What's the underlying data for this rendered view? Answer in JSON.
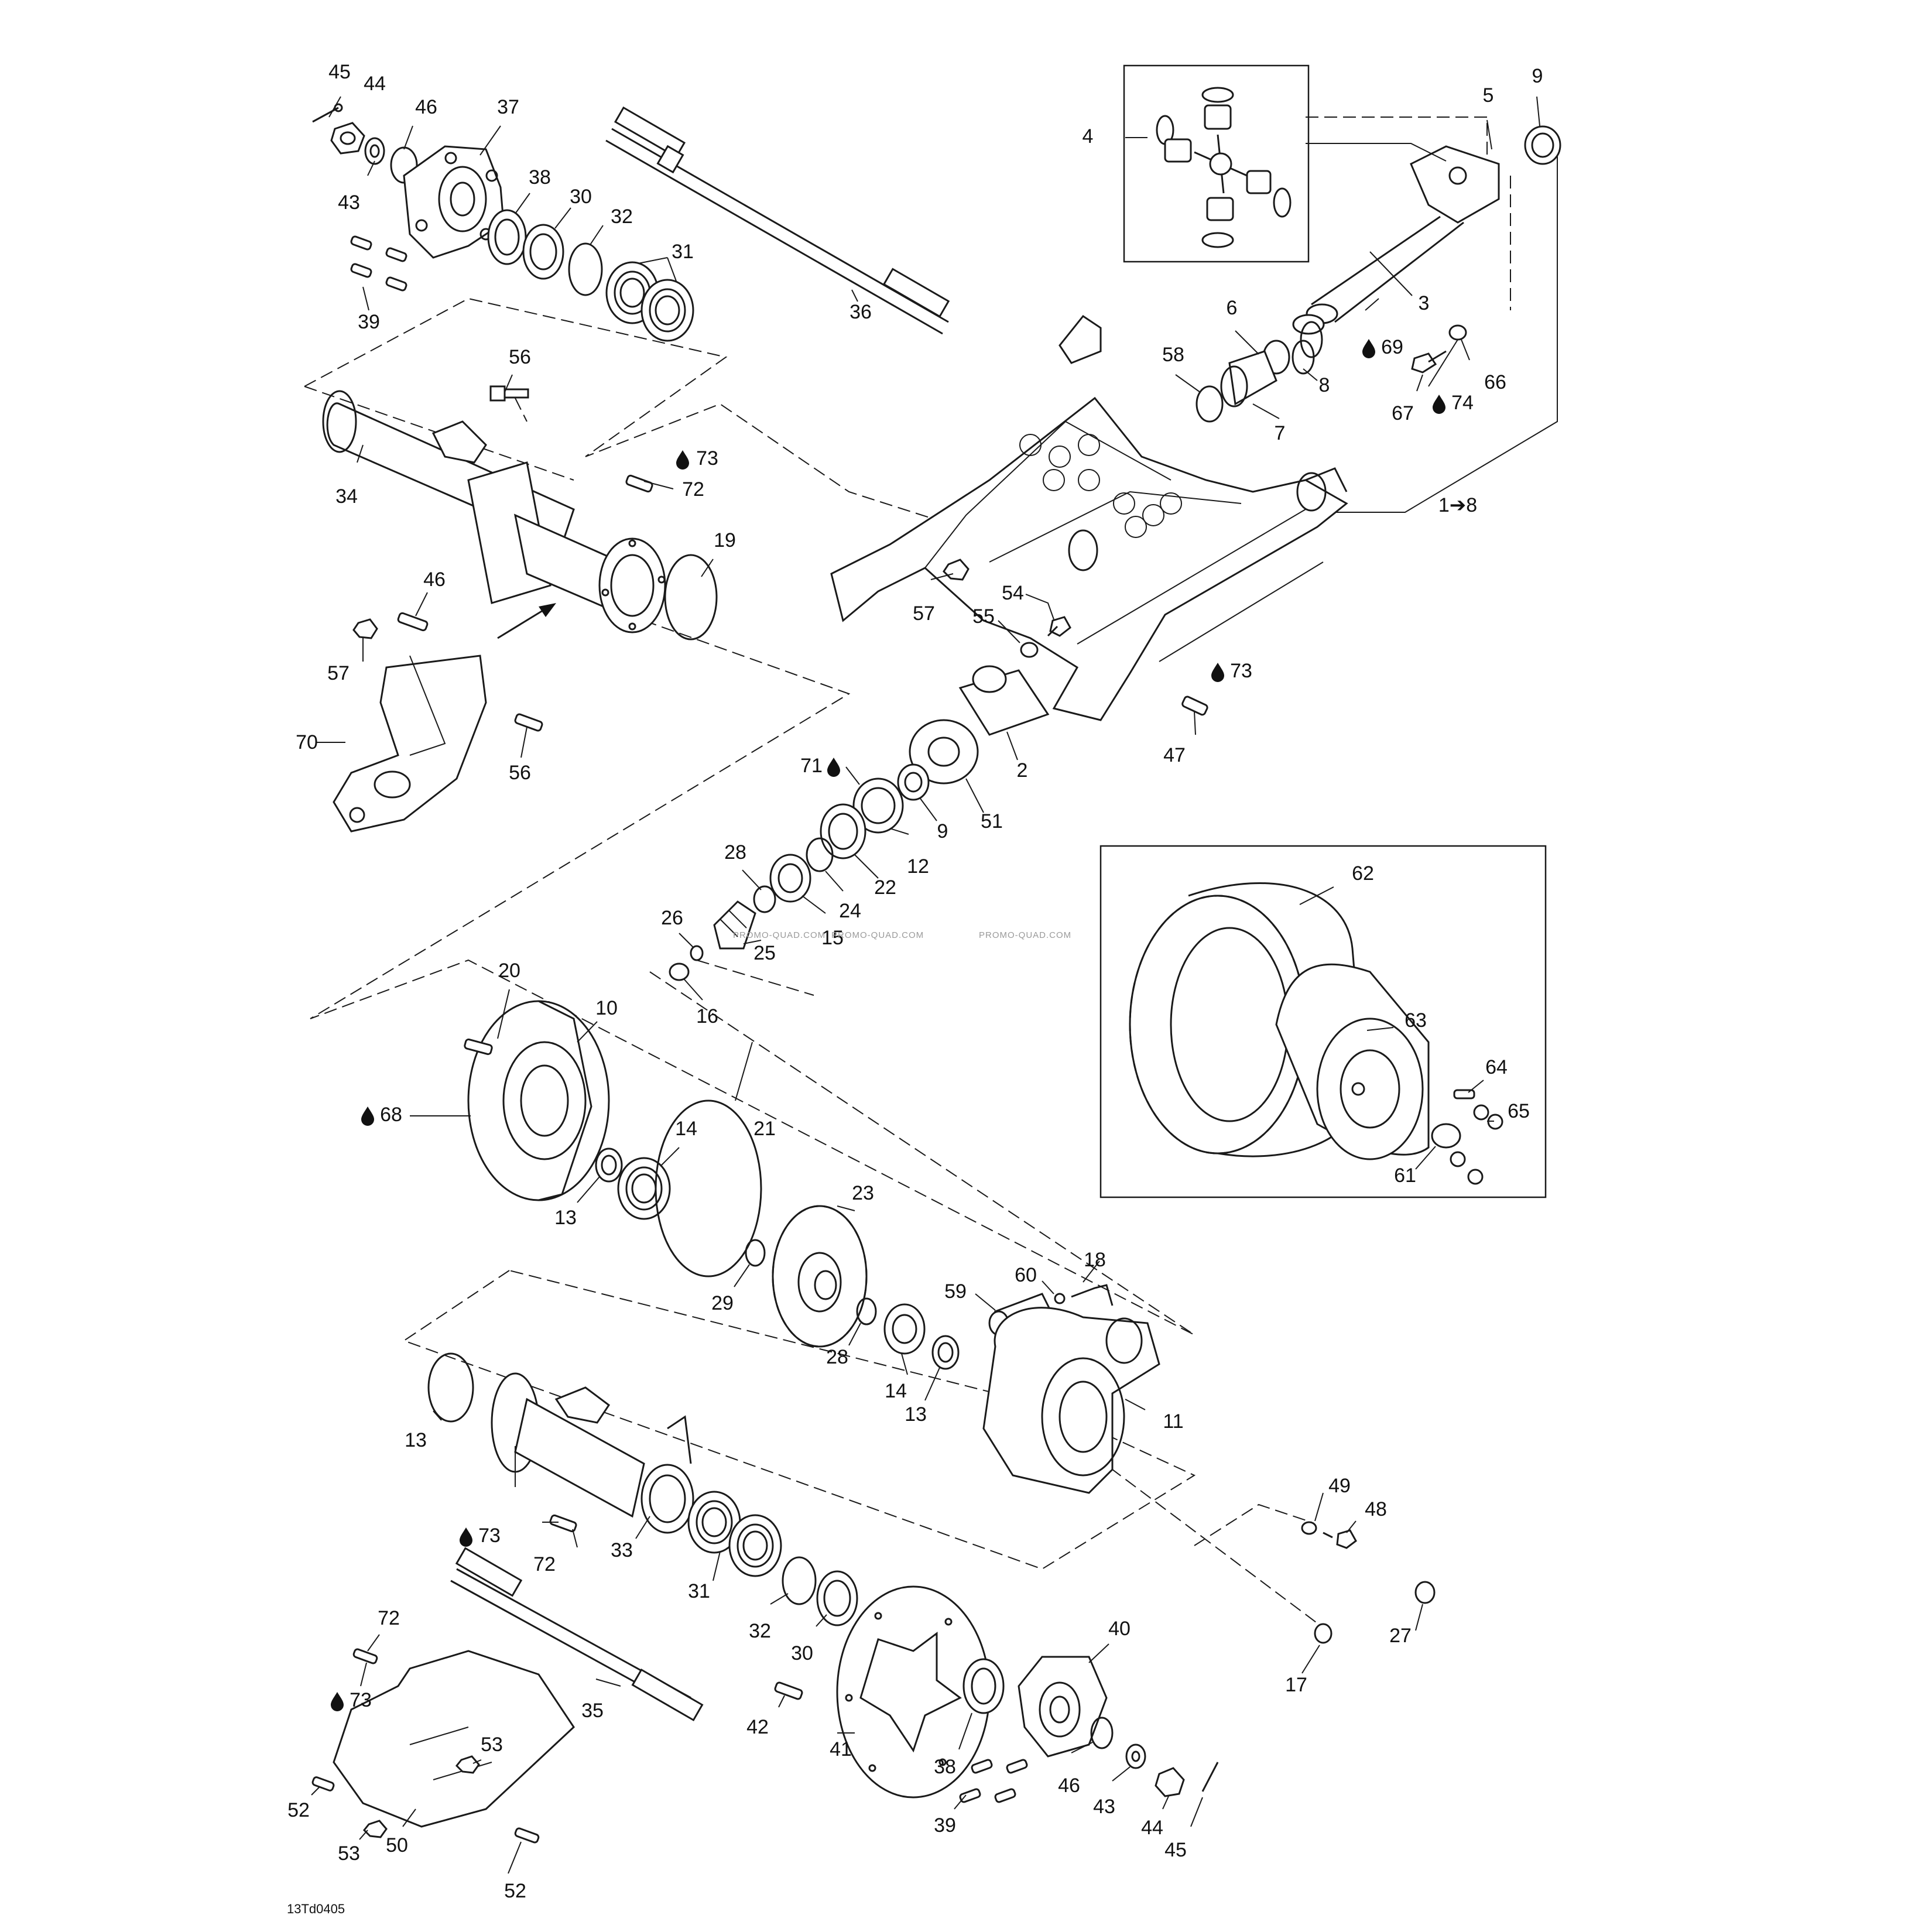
{
  "diagram_code": "13Td0405",
  "watermark": "PROMO-QUAD.COM",
  "labels": {
    "p45a": "45",
    "p44a": "44",
    "p46a": "46",
    "p37": "37",
    "p43a": "43",
    "p38a": "38",
    "p30a": "30",
    "p32a": "32",
    "p31a": "31",
    "p39a": "39",
    "p36": "36",
    "p4": "4",
    "p5": "5",
    "p9a": "9",
    "p3": "3",
    "p69": "69",
    "p6": "6",
    "p8": "8",
    "p58": "58",
    "p7": "7",
    "p67": "67",
    "p74": "74",
    "p66": "66",
    "p1to8": "1➔8",
    "p56a": "56",
    "p34": "34",
    "p73a": "73",
    "p72a": "72",
    "p19": "19",
    "p46b": "46",
    "p57a": "57",
    "p70": "70",
    "p56b": "56",
    "p57b": "57",
    "p54": "54",
    "p55": "55",
    "p73b": "73",
    "p47": "47",
    "p2": "2",
    "p51": "51",
    "p71": "71",
    "p9b": "9",
    "p12": "12",
    "p22": "22",
    "p24": "24",
    "p15": "15",
    "p28a": "28",
    "p26": "26",
    "p25": "25",
    "p16": "16",
    "p62": "62",
    "p63": "63",
    "p64": "64",
    "p65": "65",
    "p61": "61",
    "p20": "20",
    "p10": "10",
    "p68": "68",
    "p14a": "14",
    "p21": "21",
    "p13a": "13",
    "p23": "23",
    "p29": "29",
    "p18": "18",
    "p60": "60",
    "p59": "59",
    "p28b": "28",
    "p14b": "14",
    "p13b": "13",
    "p11": "11",
    "p13c": "13",
    "p73c": "73",
    "p72b": "72",
    "p33": "33",
    "p31b": "31",
    "p32b": "32",
    "p30b": "30",
    "p49": "49",
    "p48": "48",
    "p27": "27",
    "p17": "17",
    "p72c": "72",
    "p73d": "73",
    "p35": "35",
    "p42": "42",
    "p41": "41",
    "p38b": "38",
    "p40": "40",
    "p53a": "53",
    "p52a": "52",
    "p53b": "53",
    "p50": "50",
    "p52b": "52",
    "p46c": "46",
    "p43b": "43",
    "p44b": "44",
    "p45b": "45",
    "p39b": "39"
  }
}
